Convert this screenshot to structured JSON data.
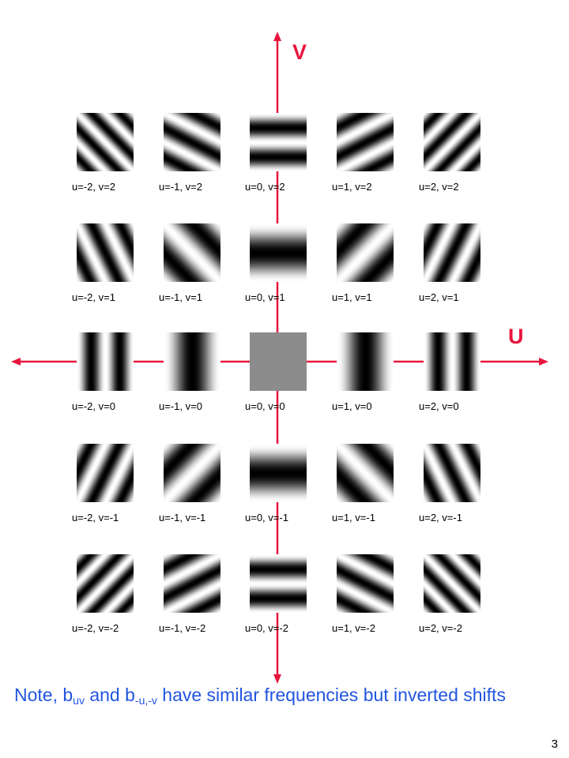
{
  "axes": {
    "v_label": "V",
    "u_label": "U",
    "color": "#e8163c"
  },
  "grid": {
    "u_values": [
      -2,
      -1,
      0,
      1,
      2
    ],
    "v_values": [
      2,
      1,
      0,
      -1,
      -2
    ],
    "cells": [
      {
        "u": -2,
        "v": 2,
        "label": "u=-2, v=2"
      },
      {
        "u": -1,
        "v": 2,
        "label": "u=-1, v=2"
      },
      {
        "u": 0,
        "v": 2,
        "label": "u=0, v=2"
      },
      {
        "u": 1,
        "v": 2,
        "label": "u=1, v=2"
      },
      {
        "u": 2,
        "v": 2,
        "label": "u=2, v=2"
      },
      {
        "u": -2,
        "v": 1,
        "label": "u=-2, v=1"
      },
      {
        "u": -1,
        "v": 1,
        "label": "u=-1, v=1"
      },
      {
        "u": 0,
        "v": 1,
        "label": "u=0, v=1"
      },
      {
        "u": 1,
        "v": 1,
        "label": "u=1, v=1"
      },
      {
        "u": 2,
        "v": 1,
        "label": "u=2, v=1"
      },
      {
        "u": -2,
        "v": 0,
        "label": "u=-2, v=0"
      },
      {
        "u": -1,
        "v": 0,
        "label": "u=-1, v=0"
      },
      {
        "u": 0,
        "v": 0,
        "label": "u=0, v=0"
      },
      {
        "u": 1,
        "v": 0,
        "label": "u=1, v=0"
      },
      {
        "u": 2,
        "v": 0,
        "label": "u=2, v=0"
      },
      {
        "u": -2,
        "v": -1,
        "label": "u=-2, v=-1"
      },
      {
        "u": -1,
        "v": -1,
        "label": "u=-1, v=-1"
      },
      {
        "u": 0,
        "v": -1,
        "label": "u=0, v=-1"
      },
      {
        "u": 1,
        "v": -1,
        "label": "u=1, v=-1"
      },
      {
        "u": 2,
        "v": -1,
        "label": "u=2, v=-1"
      },
      {
        "u": -2,
        "v": -2,
        "label": "u=-2, v=-2"
      },
      {
        "u": -1,
        "v": -2,
        "label": "u=-1, v=-2"
      },
      {
        "u": 0,
        "v": -2,
        "label": "u=0, v=-2"
      },
      {
        "u": 1,
        "v": -2,
        "label": "u=1, v=-2"
      },
      {
        "u": 2,
        "v": -2,
        "label": "u=2, v=-2"
      }
    ]
  },
  "note": {
    "prefix": "Note, b",
    "sub1": "uv",
    "middle": " and b",
    "sub2": "-u,-v",
    "suffix": " have similar frequencies but inverted shifts",
    "color": "#2255e0"
  },
  "page_number": "3"
}
